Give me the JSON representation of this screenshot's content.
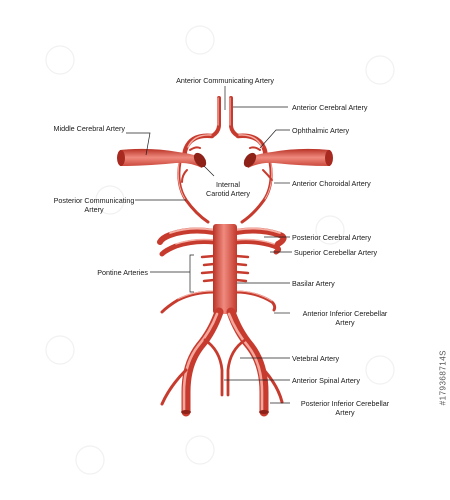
{
  "labels": {
    "anterior_communicating": "Anterior Communicating Artery",
    "anterior_cerebral": "Anterior Cerebral Artery",
    "middle_cerebral": "Middle Cerebral Artery",
    "ophthalmic": "Ophthalmic Artery",
    "internal_carotid_1": "Internal",
    "internal_carotid_2": "Carotid Artery",
    "anterior_choroidal": "Anterior Choroidal Artery",
    "posterior_communicating_1": "Posterior Communicating",
    "posterior_communicating_2": "Artery",
    "posterior_cerebral": "Posterior Cerebral Artery",
    "superior_cerebellar": "Superior Cerebellar Artery",
    "pontine": "Pontine Arteries",
    "basilar": "Basilar Artery",
    "anterior_inferior_cerebellar_1": "Anterior Inferior Cerebellar",
    "anterior_inferior_cerebellar_2": "Artery",
    "vertebral": "Vetebral Artery",
    "anterior_spinal": "Anterior Spinal Artery",
    "posterior_inferior_cerebellar_1": "Posterior Inferior Cerebellar",
    "posterior_inferior_cerebellar_2": "Artery"
  },
  "stock_id": "#179368714S",
  "colors": {
    "artery_fill": "#e0584b",
    "artery_dark": "#a8291f",
    "artery_light": "#f4a79c",
    "leader": "#222222"
  }
}
